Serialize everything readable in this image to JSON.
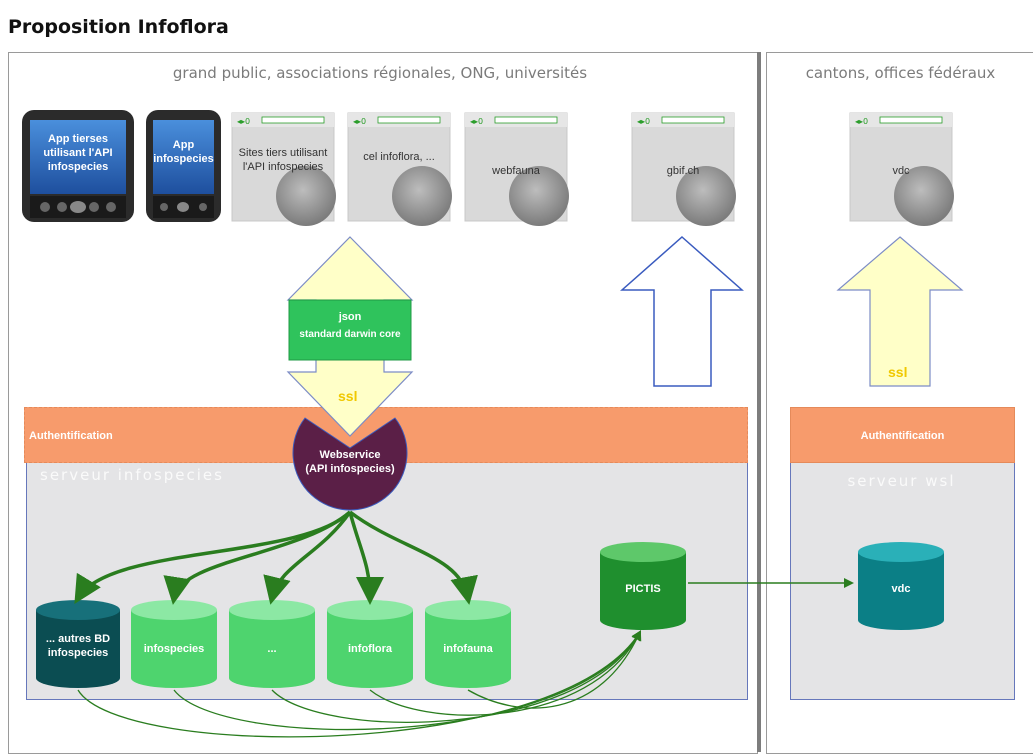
{
  "title": "Proposition Infoflora",
  "left_panel": {
    "title": "grand public, associations régionales, ONG, universités",
    "clients": [
      {
        "label": "App tierses utilisant l'API infospecies",
        "type": "phone"
      },
      {
        "label": "App infospecies",
        "type": "phone"
      },
      {
        "label": "Sites tiers utilisant l'API infospecies",
        "type": "browser"
      },
      {
        "label": "cel infoflora, ...",
        "type": "browser"
      },
      {
        "label": "webfauna",
        "type": "browser"
      },
      {
        "label": "gbif.ch",
        "type": "browser"
      }
    ],
    "json_box": {
      "line1": "json",
      "line2": "standard darwin core"
    },
    "ssl": "ssl",
    "auth": "Authentification",
    "server": "serveur infospecies",
    "webservice": {
      "line1": "Webservice",
      "line2": "(API infospecies)"
    },
    "databases": [
      {
        "label": "... autres BD infospecies"
      },
      {
        "label": "infospecies"
      },
      {
        "label": "..."
      },
      {
        "label": "infoflora"
      },
      {
        "label": "infofauna"
      }
    ],
    "pictis": "PICTIS"
  },
  "right_panel": {
    "title": "cantons, offices fédéraux",
    "client": "vdc",
    "ssl": "ssl",
    "auth": "Authentification",
    "server": "serveur wsl",
    "database": "vdc"
  },
  "colors": {
    "light_green": "#5fd07a",
    "dark_green": "#1f8f2e",
    "teal": "#0b7f86",
    "dark_teal": "#0b4d52",
    "purple": "#5b1f47",
    "arrow_yellow": "#ffffc8",
    "auth_orange": "#f79b6c",
    "arrow_green": "#2a7d1f"
  }
}
